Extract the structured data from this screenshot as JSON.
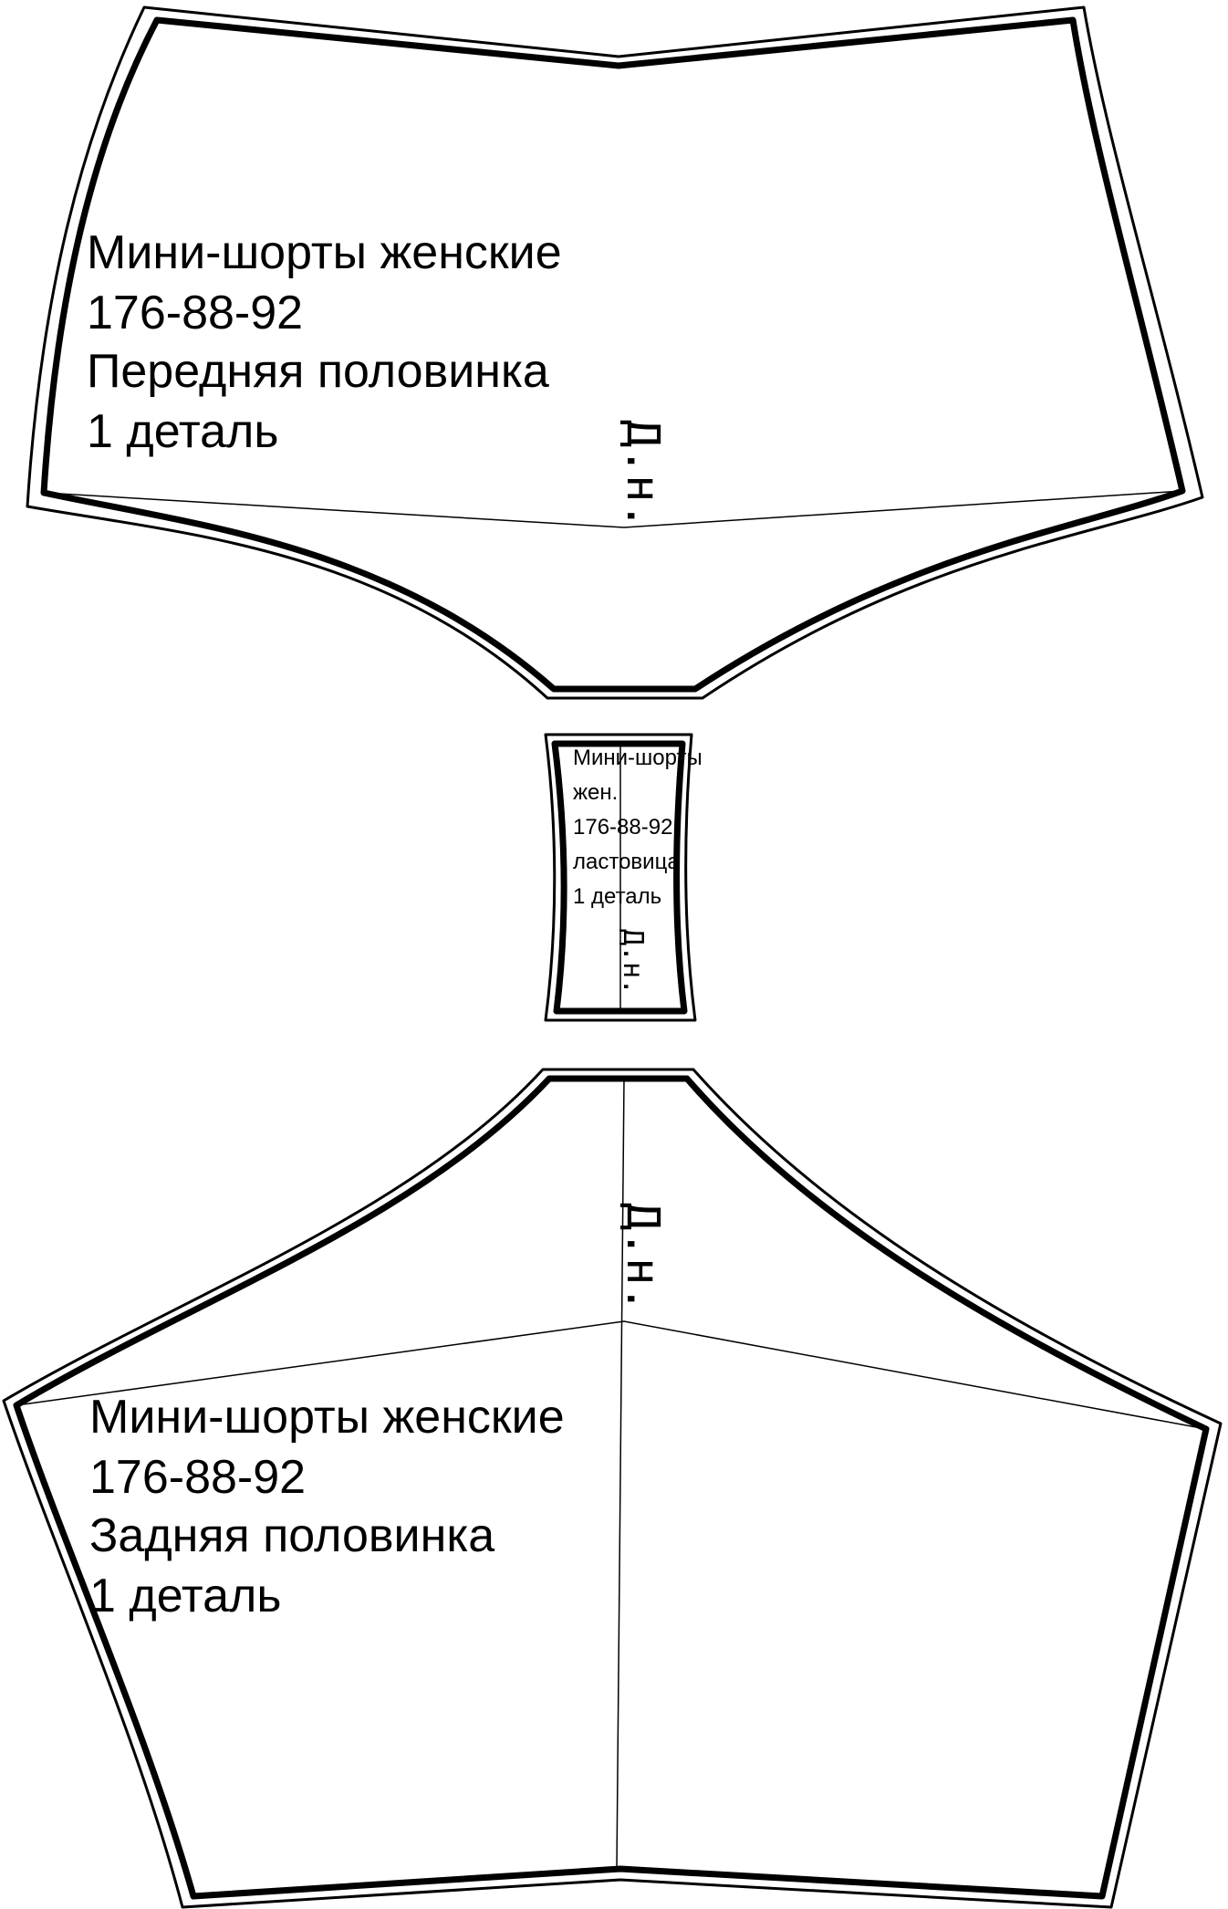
{
  "front_piece": {
    "lines": [
      "Мини-шорты женские",
      "176-88-92",
      "Передняя половинка",
      "1 деталь"
    ],
    "grain_mark": "Д.н."
  },
  "gusset_piece": {
    "lines": [
      "Мини-шорты",
      "жен.",
      "176-88-92",
      "ластовица",
      "1 деталь"
    ],
    "grain_mark": "Д.н."
  },
  "back_piece": {
    "lines": [
      "Мини-шорты женские",
      "176-88-92",
      "Задняя половинка",
      "1 деталь"
    ],
    "grain_mark": "Д.н."
  }
}
